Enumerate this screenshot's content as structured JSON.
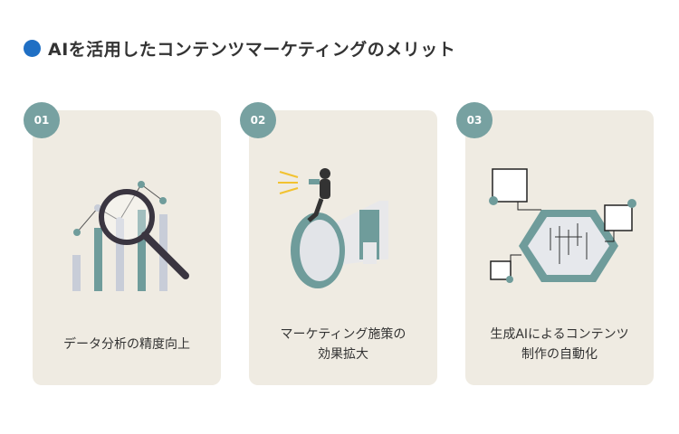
{
  "title": "AIを活用したコンテンツマーケティングのメリット",
  "cards": [
    {
      "number": "01",
      "caption": "データ分析の精度向上",
      "icon": "magnifier-chart-icon"
    },
    {
      "number": "02",
      "caption": "マーケティング施策の\n効果拡大",
      "icon": "megaphone-icon"
    },
    {
      "number": "03",
      "caption": "生成AIによるコンテンツ\n制作の自動化",
      "icon": "circuit-hexagon-icon"
    }
  ],
  "colors": {
    "accent": "#1f6fc4",
    "teal": "#77a1a1",
    "card": "#efebe2"
  }
}
